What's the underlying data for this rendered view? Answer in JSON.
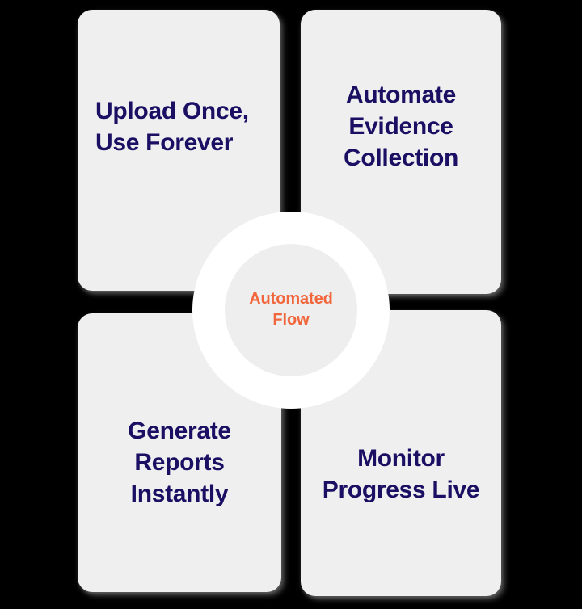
{
  "diagram": {
    "title": "Automated Flow",
    "layout": "2x2 card grid with central hub",
    "colors": {
      "background": "#000000",
      "card_background": "#efeff0",
      "card_text": "#1a0f63",
      "hub_ring": "#ffffff",
      "hub_inner": "#eeeeef",
      "hub_text": "#f2663c"
    }
  },
  "hub": {
    "label": "Automated\nFlow",
    "line1": "Automated",
    "line2": "Flow"
  },
  "cards": [
    {
      "id": "upload-once-use-forever",
      "label": "Upload Once,\nUse Forever",
      "position": "top-left",
      "lines": [
        "Upload Once,",
        "Use Forever"
      ]
    },
    {
      "id": "automate-evidence-collection",
      "label": "Automate\nEvidence\nCollection",
      "position": "top-right",
      "lines": [
        "Automate",
        "Evidence",
        "Collection"
      ]
    },
    {
      "id": "generate-reports-instantly",
      "label": "Generate\nReports\nInstantly",
      "position": "bottom-left",
      "lines": [
        "Generate",
        "Reports",
        "Instantly"
      ]
    },
    {
      "id": "monitor-progress-live",
      "label": "Monitor\nProgress Live",
      "position": "bottom-right",
      "lines": [
        "Monitor",
        "Progress Live"
      ]
    }
  ]
}
